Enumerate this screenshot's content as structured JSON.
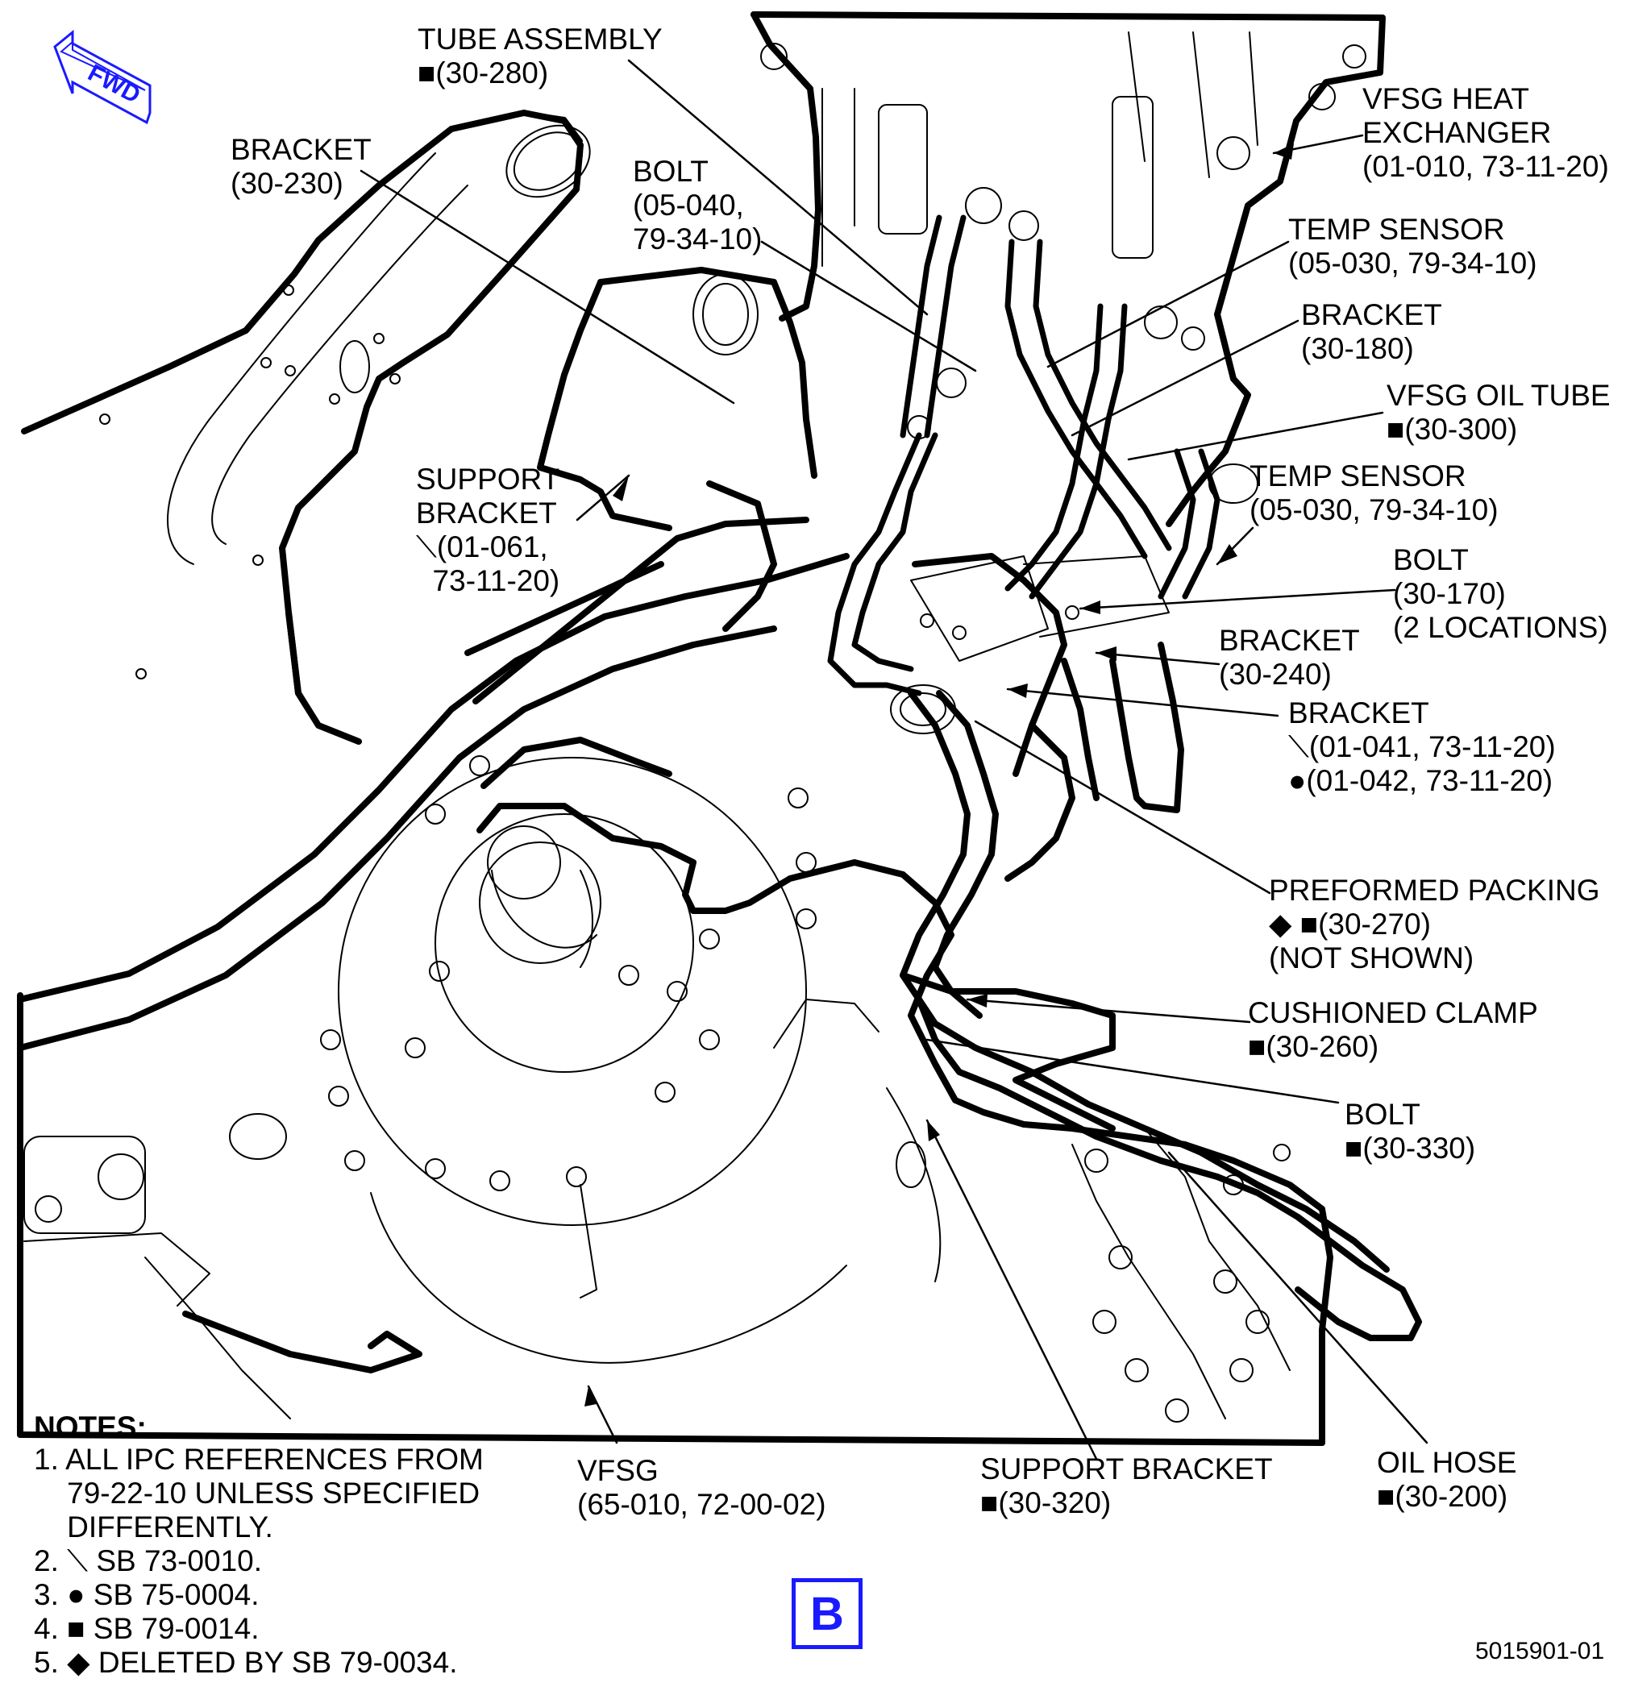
{
  "colors": {
    "ink": "#000000",
    "view_accent": "#1a1aff"
  },
  "fwd_label": "FWD",
  "callouts": {
    "tube_assembly": [
      "TUBE ASSEMBLY",
      "■(30-280)"
    ],
    "bracket_230": [
      "BRACKET",
      "(30-230)"
    ],
    "bolt_040": [
      "BOLT",
      "(05-040,",
      "79-34-10)"
    ],
    "vfsg_heat_exchanger": [
      "VFSG HEAT",
      "EXCHANGER",
      "(01-010, 73-11-20)"
    ],
    "temp_sensor_1": [
      "TEMP SENSOR",
      "(05-030, 79-34-10)"
    ],
    "bracket_180": [
      "BRACKET",
      "(30-180)"
    ],
    "vfsg_oil_tube": [
      "VFSG OIL TUBE",
      "■(30-300)"
    ],
    "support_bracket_061": [
      "SUPPORT",
      "BRACKET",
      "⟍(01-061,",
      "  73-11-20)"
    ],
    "temp_sensor_2": [
      "TEMP SENSOR",
      "(05-030, 79-34-10)"
    ],
    "bolt_170": [
      "BOLT",
      "(30-170)",
      "(2 LOCATIONS)"
    ],
    "bracket_240": [
      "BRACKET",
      "(30-240)"
    ],
    "bracket_041": [
      "BRACKET",
      "⟍(01-041, 73-11-20)",
      "●(01-042, 73-11-20)"
    ],
    "preformed_packing": [
      "PREFORMED PACKING",
      "◆ ■(30-270)",
      "(NOT SHOWN)"
    ],
    "cushioned_clamp": [
      "CUSHIONED CLAMP",
      "■(30-260)"
    ],
    "bolt_330": [
      "BOLT",
      "■(30-330)"
    ],
    "vfsg": [
      "VFSG",
      "(65-010, 72-00-02)"
    ],
    "support_bracket_320": [
      "SUPPORT BRACKET",
      "■(30-320)"
    ],
    "oil_hose": [
      "OIL HOSE",
      "■(30-200)"
    ]
  },
  "notes": {
    "title": "NOTES:",
    "items": [
      "1. ALL IPC REFERENCES FROM",
      "    79-22-10 UNLESS SPECIFIED",
      "    DIFFERENTLY.",
      "2. ⟍ SB 73-0010.",
      "3. ● SB 75-0004.",
      "4. ■ SB 79-0014.",
      "5. ◆ DELETED BY SB 79-0034."
    ]
  },
  "view_label": "B",
  "figure_number": "5015901-01"
}
